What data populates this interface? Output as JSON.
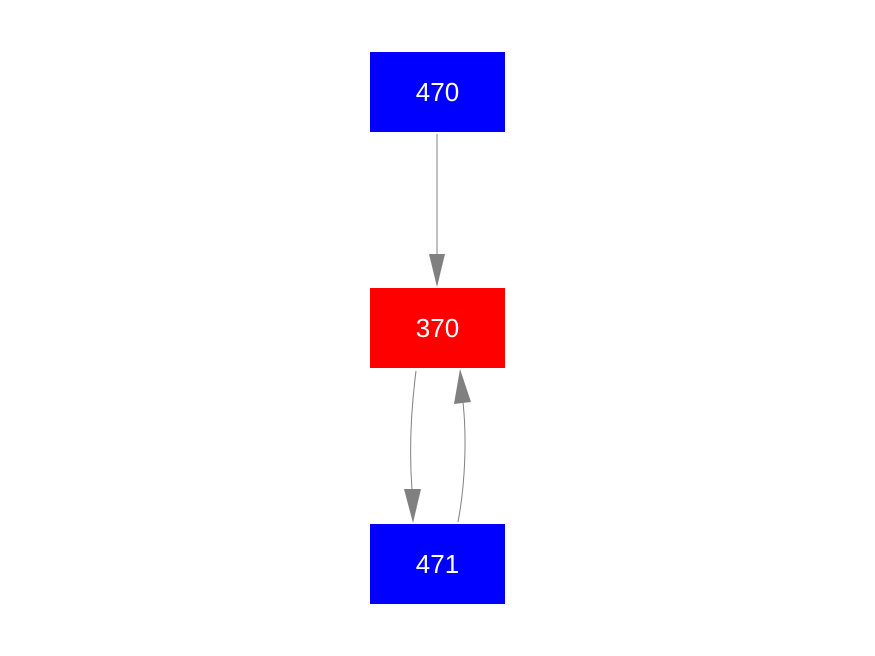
{
  "nodes": [
    {
      "id": "470",
      "label": "470",
      "color": "#0000ff"
    },
    {
      "id": "370",
      "label": "370",
      "color": "#ff0000"
    },
    {
      "id": "471",
      "label": "471",
      "color": "#0000ff"
    }
  ],
  "edges": [
    {
      "from": "470",
      "to": "370"
    },
    {
      "from": "370",
      "to": "471"
    },
    {
      "from": "471",
      "to": "370"
    }
  ],
  "edge_color": "#808080"
}
